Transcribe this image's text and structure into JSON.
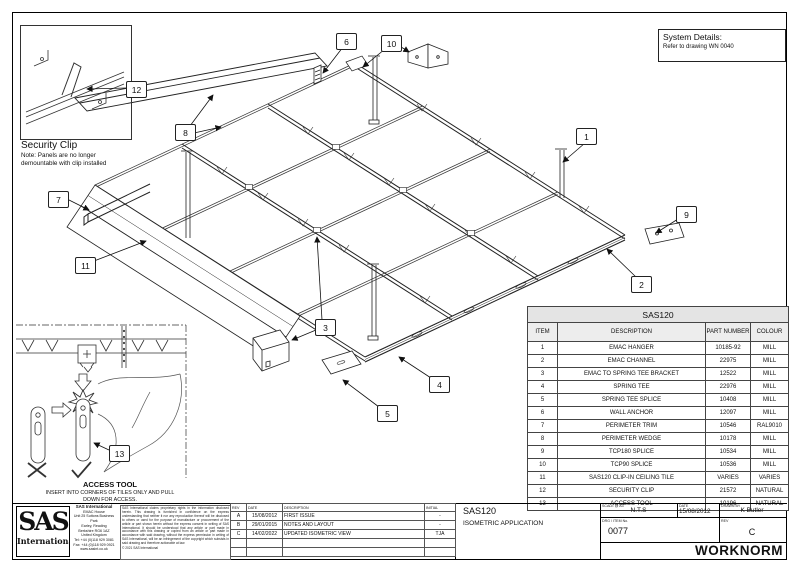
{
  "system_details": {
    "title": "System Details:",
    "body": "Refer to drawing WN 0040"
  },
  "insets": {
    "security_clip": {
      "title": "Security Clip",
      "note_line1": "Note:  Panels are no longer",
      "note_line2": "demountable with clip installed"
    },
    "access_tool": {
      "title": "ACCESS TOOL",
      "note_line1": "INSERT INTO CORNERS OF TILES ONLY AND PULL",
      "note_line2": "DOWN FOR ACCESS."
    }
  },
  "balloons": {
    "b1": "1",
    "b2": "2",
    "b3": "3",
    "b4": "4",
    "b5": "5",
    "b6": "6",
    "b7": "7",
    "b8": "8",
    "b9": "9",
    "b10": "10",
    "b11": "11",
    "b12": "12",
    "b13": "13"
  },
  "parts_table": {
    "title": "SAS120",
    "headers": [
      "ITEM",
      "DESCRIPTION",
      "PART NUMBER",
      "COLOUR"
    ],
    "rows": [
      [
        "1",
        "EMAC HANGER",
        "10185-92",
        "MILL"
      ],
      [
        "2",
        "EMAC CHANNEL",
        "22975",
        "MILL"
      ],
      [
        "3",
        "EMAC TO SPRING TEE BRACKET",
        "12522",
        "MILL"
      ],
      [
        "4",
        "SPRING TEE",
        "22976",
        "MILL"
      ],
      [
        "5",
        "SPRING TEE SPLICE",
        "10408",
        "MILL"
      ],
      [
        "6",
        "WALL ANCHOR",
        "12097",
        "MILL"
      ],
      [
        "7",
        "PERIMETER TRIM",
        "10546",
        "RAL9010"
      ],
      [
        "8",
        "PERIMETER WEDGE",
        "10178",
        "MILL"
      ],
      [
        "9",
        "TCP180 SPLICE",
        "10534",
        "MILL"
      ],
      [
        "10",
        "TCP90 SPLICE",
        "10536",
        "MILL"
      ],
      [
        "11",
        "SAS120 CLIP-IN CEILING TILE",
        "VARIES",
        "VARIES"
      ],
      [
        "12",
        "SECURITY CLIP",
        "21572",
        "NATURAL"
      ],
      [
        "13",
        "ACCESS TOOL",
        "10196",
        "NATURAL"
      ]
    ]
  },
  "revisions": {
    "headers": [
      "REV",
      "DATE",
      "DESCRIPTION",
      "INITIAL"
    ],
    "rows": [
      [
        "A",
        "15/08/2012",
        "FIRST ISSUE",
        "-"
      ],
      [
        "B",
        "29/01/2015",
        "NOTES AND LAYOUT",
        "-"
      ],
      [
        "C",
        "14/02/2022",
        "UPDATED ISOMETRIC VIEW",
        "TJA"
      ]
    ]
  },
  "company": {
    "logo_text": "SAS",
    "logo_sub": "International",
    "name": "SAS International",
    "address_lines": [
      "EMAC House",
      "Unit 25 Suttons Business Park",
      "Earley, Reading",
      "Berkshire RG6 1AZ",
      "United Kingdom",
      "Tel: +44 (0)118 929 3081",
      "Fax: +44 (0)118 929 0921",
      "www.sasint.co.uk"
    ]
  },
  "disclaimer": {
    "text": "SAS International claims proprietary rights in the information disclosed herein. This drawing is furnished in confidence on the express understanding that neither it nor any reproduction thereof will be disclosed to others or used for the purpose of manufacture or procurement of the article or part shown herein without the express consent in writing of SAS International. It should be understood that any article or part made in accordance with this drawing or copied from an article or part made in accordance with said drawing, without the express permission in writing of SAS International, will be an infringement of the copyright which subsists in said drawing and therefore actionable at law.",
    "copyright": "© 2021 SAS International"
  },
  "title_block": {
    "drawing_title": "SAS120",
    "drawing_subtitle": "ISOMETRIC APPLICATION",
    "scale_label": "SCALE @ A3",
    "scale_value": "N.T.S",
    "date_label": "DATE",
    "date_value": "15/08/2012",
    "drawn_label": "DRAWN BY",
    "drawn_value": "K Butler",
    "drg_label": "DRG / ITEM No.",
    "drg_value": "0077",
    "rev_label": "REV",
    "rev_value": "C",
    "standard": "WORKNORM"
  }
}
